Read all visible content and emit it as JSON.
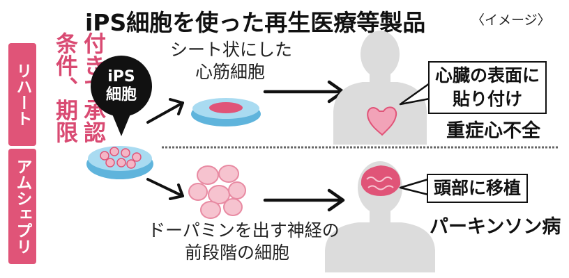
{
  "title": "iPS細胞を使った再生医療等製品",
  "title_note": "〈イメージ〉",
  "side": {
    "products": [
      "リハート",
      "アムシェプリ"
    ],
    "condition": [
      "条件、期限",
      "付きで承認"
    ]
  },
  "ips_bubble": [
    "iPS",
    "細胞"
  ],
  "top_route": {
    "cell_label": [
      "シート状にした",
      "心筋細胞"
    ],
    "callout": [
      "心臓の表面に",
      "貼り付け"
    ],
    "disease": "重症心不全"
  },
  "bottom_route": {
    "cell_label": [
      "ドーパミンを出す神経の",
      "前段階の細胞"
    ],
    "callout": "頭部に移植",
    "disease": "パーキンソン病"
  },
  "colors": {
    "accent_pink": "#e05478",
    "dish_blue": "#7fc6e6",
    "silhouette_gray": "#dcdcdc"
  }
}
